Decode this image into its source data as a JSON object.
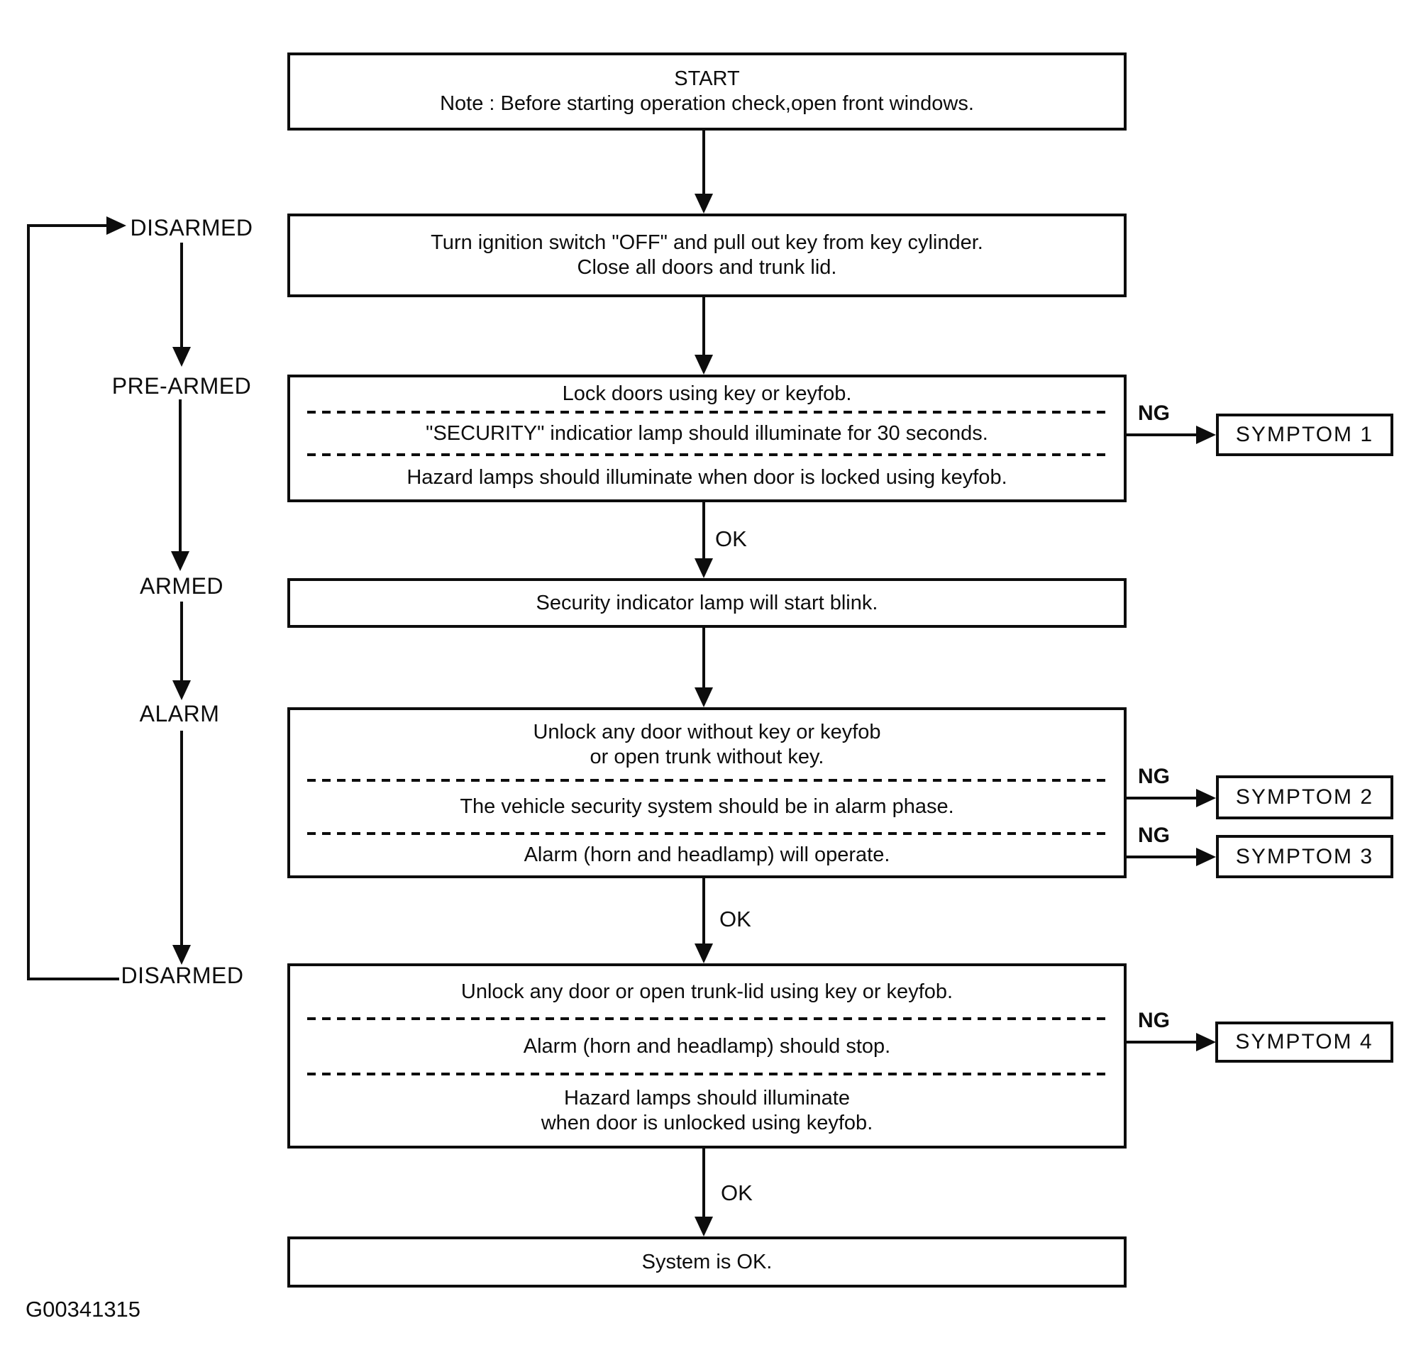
{
  "colors": {
    "ink": "#0d0d0d",
    "paper": "#ffffff"
  },
  "figure_id": "G00341315",
  "labels": {
    "ok": "OK",
    "ng": "NG"
  },
  "states": [
    "DISARMED",
    "PRE-ARMED",
    "ARMED",
    "ALARM",
    "DISARMED"
  ],
  "symptoms": [
    "SYMPTOM 1",
    "SYMPTOM 2",
    "SYMPTOM 3",
    "SYMPTOM 4"
  ],
  "boxes": {
    "start": {
      "title": "START",
      "note": "Note : Before starting operation check,open front windows."
    },
    "ignition": {
      "line1": "Turn ignition switch \"OFF\" and pull out key from key cylinder.",
      "line2": "Close all doors and trunk lid."
    },
    "lock": {
      "row1": "Lock doors using key or keyfob.",
      "row2": "\"SECURITY\" indicatior lamp should illuminate for 30 seconds.",
      "row3": "Hazard lamps should illuminate when door is locked using keyfob."
    },
    "blink": {
      "row1": "Security indicator lamp will start blink."
    },
    "alarm_test": {
      "row1_line1": "Unlock any door without key or keyfob",
      "row1_line2": "or open trunk without key.",
      "row2": "The vehicle security system should be in alarm phase.",
      "row3": "Alarm (horn and headlamp) will operate."
    },
    "disarm_test": {
      "row1": "Unlock any door or open trunk-lid using key or keyfob.",
      "row2": "Alarm (horn and headlamp) should stop.",
      "row3_line1": "Hazard lamps should illuminate",
      "row3_line2": "when door is unlocked using keyfob."
    },
    "end": {
      "row1": "System is OK."
    }
  }
}
